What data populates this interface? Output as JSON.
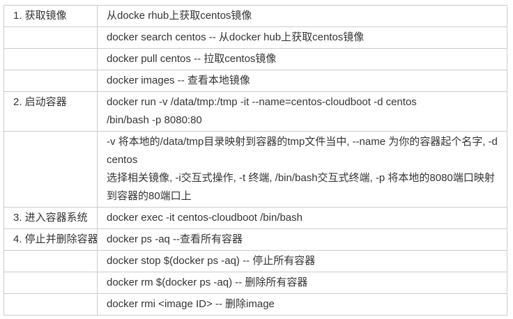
{
  "colors": {
    "border": "#cccccc",
    "text": "#333333",
    "background": "#ffffff"
  },
  "table": {
    "rows": [
      {
        "label": "1. 获取镜像",
        "lines": [
          "从docke rhub上获取centos镜像"
        ]
      },
      {
        "label": "",
        "lines": [
          "docker search centos -- 从docker hub上获取centos镜像"
        ]
      },
      {
        "label": "",
        "lines": [
          "docker pull centos -- 拉取centos镜像"
        ]
      },
      {
        "label": "",
        "lines": [
          "docker images -- 查看本地镜像"
        ]
      },
      {
        "label": "2. 启动容器",
        "lines": [
          "docker run -v /data/tmp:/tmp -it --name=centos-cloudboot -d centos",
          "/bin/bash -p 8080:80"
        ]
      },
      {
        "label": "",
        "lines": [
          "-v 将本地的/data/tmp目录映射到容器的tmp文件当中, --name 为你的容器起个名字, -d",
          "centos",
          "选择相关镜像, -i交互式操作, -t 终端, /bin/bash交互式终端, -p 将本地的8080端口映射",
          "到容器的80端口上"
        ]
      },
      {
        "label": "3. 进入容器系统",
        "lines": [
          "docker exec -it centos-cloudboot /bin/bash"
        ]
      },
      {
        "label": "4. 停止并删除容器",
        "lines": [
          "docker ps -aq --查看所有容器"
        ]
      },
      {
        "label": "",
        "lines": [
          "docker stop $(docker ps -aq) -- 停止所有容器"
        ]
      },
      {
        "label": "",
        "lines": [
          "docker rm $(docker ps -aq) -- 删除所有容器"
        ]
      },
      {
        "label": "",
        "lines": [
          "docker rmi <image ID> -- 删除image"
        ]
      }
    ]
  }
}
